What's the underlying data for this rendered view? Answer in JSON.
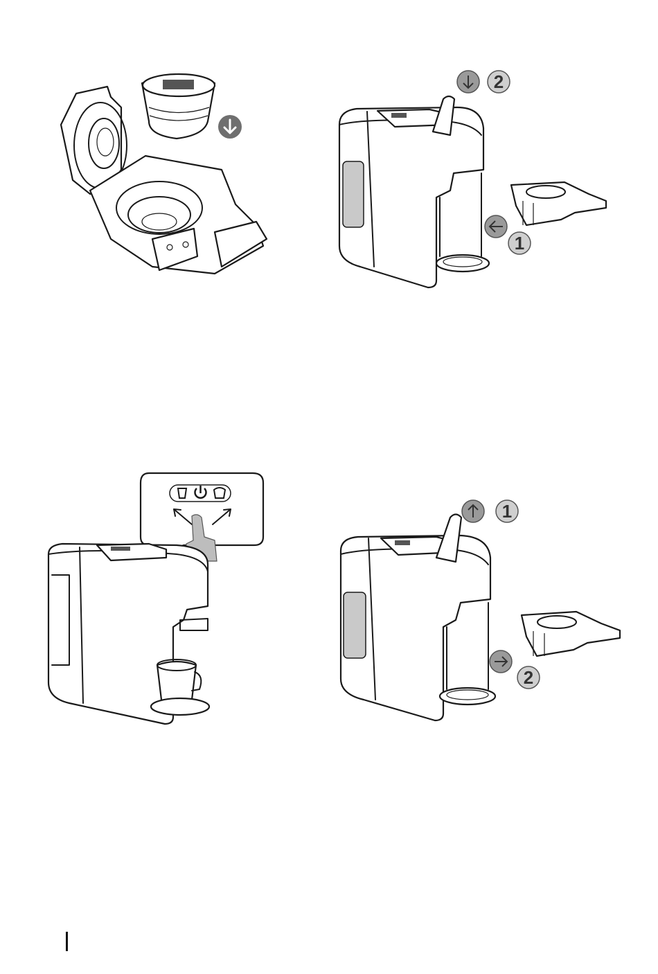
{
  "steps": {
    "step2_a": "2",
    "step2_b": "1",
    "step4_a": "1",
    "step4_b": "2"
  },
  "icons": {
    "panel1_arrow": "arrow-down-icon",
    "panel2_arrow_down": "arrow-down-icon",
    "panel2_arrow_left": "arrow-left-icon",
    "panel3_power": "power-icon",
    "panel4_arrow_up": "arrow-up-icon",
    "panel4_arrow_right": "arrow-right-icon"
  },
  "colors": {
    "line": "#1a1a1a",
    "badge_dark": "#9a9a9a",
    "badge_light": "#cfcfcf",
    "water": "#c9c9c9"
  }
}
